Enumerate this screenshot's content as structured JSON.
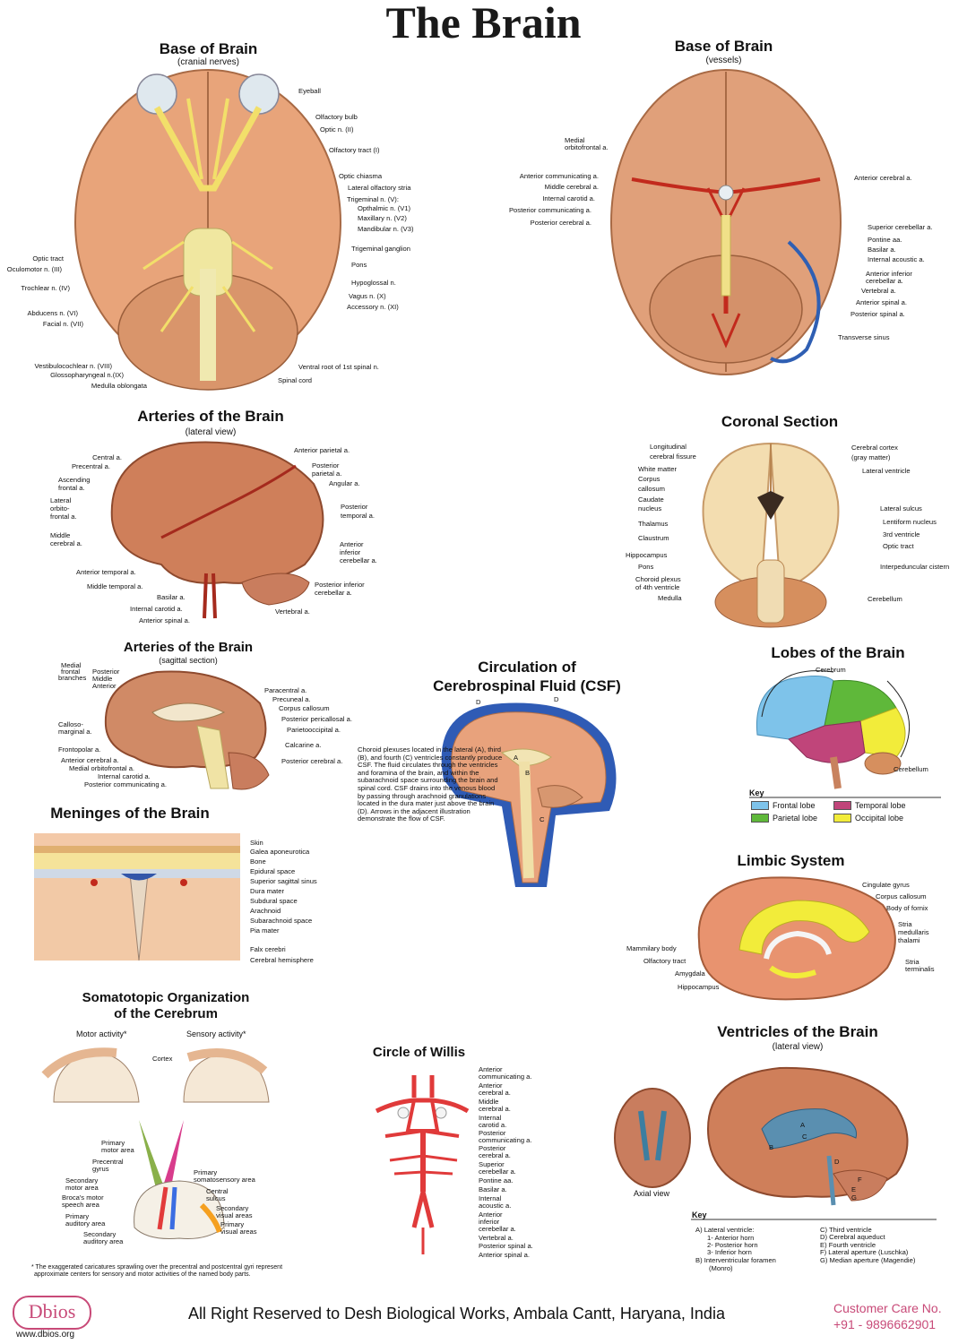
{
  "title": "The Brain",
  "panels": {
    "base_cranial": {
      "title": "Base of Brain",
      "subtitle": "(cranial nerves)",
      "labels_right": [
        "Eyeball",
        "Olfactory bulb",
        "Optic n. (II)",
        "Olfactory tract (I)",
        "Optic chiasma",
        "Lateral olfactory stria",
        "Trigeminal n. (V):",
        "Opthalmic  n. (V1)",
        "Maxillary n. (V2)",
        "Mandibular n. (V3)",
        "Trigeminal ganglion",
        "Pons",
        "Hypoglossal n.",
        "Vagus n. (X)",
        "Accessory n. (XI)",
        "Ventral root of 1st spinal n.",
        "Spinal cord"
      ],
      "labels_left": [
        "Optic tract",
        "Oculomotor n. (III)",
        "Trochlear n. (IV)",
        "Abducens n. (VI)",
        "Facial n. (VII)",
        "Vestibulocochlear n. (VIII)",
        "Glossopharyngeal n.(IX)",
        "Medulla oblongata"
      ]
    },
    "base_vessels": {
      "title": "Base of Brain",
      "subtitle": "(vessels)",
      "labels_left": [
        "Medial",
        "orbitofrontal a.",
        "Anterior communicating a.",
        "Middle cerebral a.",
        "Internal carotid a.",
        "Posterior communicating a.",
        "Posterior cerebral a."
      ],
      "labels_right": [
        "Anterior cerebral a.",
        "Superior cerebellar a.",
        "Pontine aa.",
        "Basilar a.",
        "Internal acoustic a.",
        "Anterior inferior",
        "cerebellar a.",
        "Vertebral a.",
        "Anterior spinal a.",
        "Posterior spinal a.",
        "Transverse sinus"
      ]
    },
    "arteries_lateral": {
      "title": "Arteries of the Brain",
      "subtitle": "(lateral view)",
      "labels_left": [
        "Central a.",
        "Precentral a.",
        "Ascending",
        "frontal a.",
        "Lateral",
        "orbito-",
        "frontal a.",
        "Middle",
        "cerebral a.",
        "Anterior temporal a.",
        "Middle temporal a.",
        "Basilar a.",
        "Internal carotid a.",
        "Anterior spinal a."
      ],
      "labels_right": [
        "Anterior parietal a.",
        "Posterior",
        "parietal a.",
        "Angular a.",
        "Posterior",
        "temporal a.",
        "Anterior",
        "inferior",
        "cerebellar a.",
        "Posterior inferior",
        "cerebellar a.",
        "Vertebral a."
      ]
    },
    "coronal": {
      "title": "Coronal Section",
      "labels_left": [
        "Longitudinal",
        "cerebral fissure",
        "White matter",
        "Corpus",
        "callosum",
        "Caudate",
        "nucleus",
        "Thalamus",
        "Claustrum",
        "Hippocampus",
        "Pons",
        "Choroid plexus",
        "of 4th ventricle",
        "Medulla"
      ],
      "labels_right": [
        "Cerebral cortex",
        "(gray matter)",
        "Lateral ventricle",
        "Lateral sulcus",
        "Lentiform nucleus",
        "3rd ventricle",
        "Optic tract",
        "Interpeduncular cistern",
        "Cerebellum"
      ]
    },
    "arteries_sagittal": {
      "title": "Arteries of the Brain",
      "subtitle": "(sagittal section)",
      "labels_left": [
        "Medial",
        "frontal",
        "branches",
        "Posterior",
        "Middle",
        "Anterior",
        "Calloso-",
        "marginal a.",
        "Frontopolar a.",
        "Anterior cerebral a.",
        "Medial orbitofrontal a.",
        "Internal carotid a.",
        "Posterior communicating a."
      ],
      "labels_right": [
        "Paracentral a.",
        "Precuneal a.",
        "Corpus callosum",
        "Posterior pericallosal a.",
        "Parietooccipital a.",
        "Calcarine a.",
        "Posterior cerebral a."
      ]
    },
    "csf": {
      "title_line1": "Circulation of",
      "title_line2": "Cerebrospinal Fluid (CSF)",
      "paragraph": "Choroid plexuses located in the lateral (A), third (B), and fourth (C) ventricles constantly produce CSF. The fluid circulates through the ventricles and foramina of the brain, and within the subarachnoid space surrounding the brain and spinal cord. CSF drains into the venous blood by passing through arachnoid granulations located in the dura mater just above the brain (D). Arrows in the adjacent illustration demonstrate the flow of CSF.",
      "letters": [
        "D",
        "D",
        "A",
        "B",
        "C"
      ]
    },
    "lobes": {
      "title": "Lobes of the Brain",
      "label_cerebrum": "Cerebrum",
      "label_cerebellum": "Cerebellum",
      "key_title": "Key",
      "key": [
        {
          "label": "Frontal lobe",
          "color": "#7ec3ea"
        },
        {
          "label": "Temporal lobe",
          "color": "#c0457a"
        },
        {
          "label": "Parietal lobe",
          "color": "#5fb83a"
        },
        {
          "label": "Occipital lobe",
          "color": "#f2ec3a"
        }
      ]
    },
    "meninges": {
      "title": "Meninges of the Brain",
      "labels": [
        "Skin",
        "Galea aponeurotica",
        "Bone",
        "Epidural space",
        "Superior sagittal sinus",
        "Dura mater",
        "Subdural space",
        "Arachnoid",
        "Subarachnoid space",
        "Pia mater",
        "Falx cerebri",
        "Cerebral hemisphere"
      ]
    },
    "limbic": {
      "title": "Limbic System",
      "labels_right": [
        "Cingulate gyrus",
        "Corpus callosum",
        "Body of fornix",
        "Stria",
        "medullaris",
        "thalami",
        "Stria",
        "terminalis"
      ],
      "labels_left": [
        "Mammilary body",
        "Olfactory tract",
        "Amygdala",
        "Hippocampus"
      ]
    },
    "somatotopic": {
      "title_line1": "Somatotopic Organization",
      "title_line2": "of the Cerebrum",
      "motor": "Motor activity*",
      "sensory": "Sensory activity*",
      "cortex": "Cortex",
      "labels_left": [
        "Primary",
        "motor area",
        "Precentral",
        "gyrus",
        "Secondary",
        "motor area",
        "Broca's motor",
        "speech area",
        "Primary",
        "auditory area",
        "Secondary",
        "auditory area"
      ],
      "labels_right": [
        "Primary",
        "somatosensory area",
        "Central",
        "sulcus",
        "Secondary",
        "visual areas",
        "Primary",
        "visual areas"
      ],
      "footnote_line1": "* The exaggerated caricatures sprawling over the precentral and postcentral gyri represent",
      "footnote_line2": "approximate centers for sensory and motor activities of the named body parts."
    },
    "willis": {
      "title": "Circle of Willis",
      "labels": [
        "Anterior",
        "communicating a.",
        "Anterior",
        "cerebral a.",
        "Middle",
        "cerebral a.",
        "Internal",
        "carotid a.",
        "Posterior",
        "communicating a.",
        "Posterior",
        "cerebral a.",
        "Superior",
        "cerebellar a.",
        "Pontine aa.",
        "Basilar a.",
        "Internal",
        "acoustic a.",
        "Anterior",
        "inferior",
        "cerebellar a.",
        "Vertebral a.",
        "Posterior spinal a.",
        "Anterior spinal a."
      ]
    },
    "ventricles": {
      "title": "Ventricles of the Brain",
      "subtitle": "(lateral view)",
      "axial": "Axial view",
      "letters": [
        "A",
        "B",
        "C",
        "D",
        "E",
        "F",
        "G"
      ],
      "key_title": "Key",
      "key_left": [
        "A)   Lateral ventricle:",
        "1- Anterior horn",
        "2- Posterior horn",
        "3- Inferior horn",
        "B)   Interventricular foramen",
        "(Monro)"
      ],
      "key_right": [
        "C) Third ventricle",
        "D) Cerebral aqueduct",
        "E) Fourth ventricle",
        "F) Lateral aperture (Luschka)",
        "G) Median aperture (Magendie)"
      ]
    }
  },
  "footer": {
    "logo": "Dbios",
    "website": "www.dbios.org",
    "rights": "All Right Reserved to Desh Biological Works, Ambala Cantt, Haryana, India",
    "care_label": "Customer Care No.",
    "care_number": "+91 - 9896662901"
  }
}
